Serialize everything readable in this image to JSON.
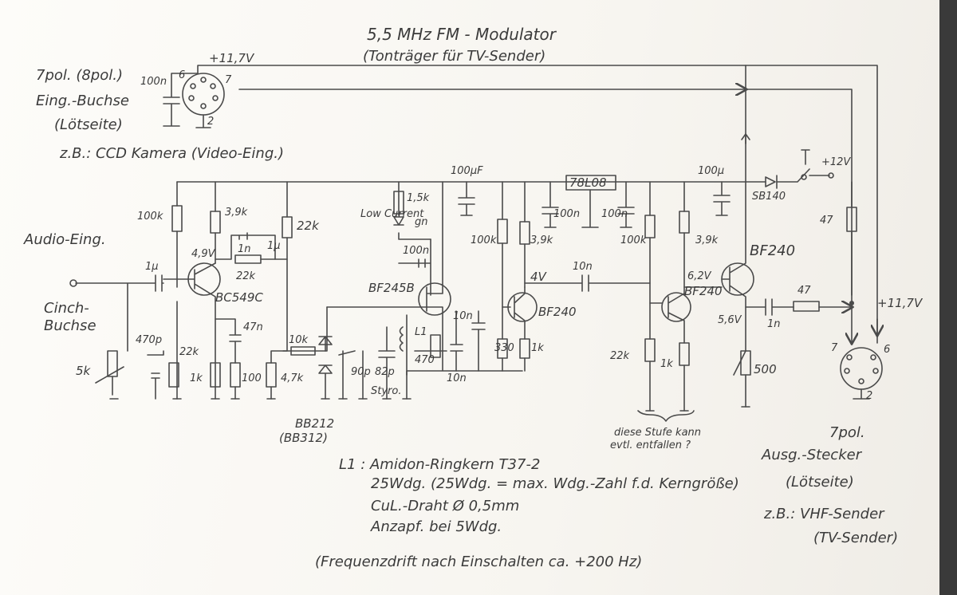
{
  "title": {
    "line1": "5,5 MHz  FM - Modulator",
    "line2": "(Tonträger für TV-Sender)"
  },
  "input_connector": {
    "l1": "7pol. (8pol.)",
    "l2": "Eing.-Buchse",
    "l3": "(Lötseite)",
    "example": "z.B.: CCD Kamera (Video-Eing.)",
    "pin6": "6",
    "pin7": "7",
    "pin2": "2",
    "cap": "100n",
    "rail": "+11,7V"
  },
  "audio": {
    "input": "Audio-Eing.",
    "cinch1": "Cinch-",
    "cinch2": "Buchse",
    "pot": "5k",
    "c_in": "1µ"
  },
  "stage1": {
    "r_top": "100k",
    "r_coll": "3,9k",
    "v_base": "4,9V",
    "c_fb1": "1n",
    "c_fb2": "1µ",
    "r_fb": "22k",
    "transistor": "BC549C",
    "c_b": "470p",
    "r_b": "22k",
    "r_e": "1k",
    "c_e": "47n",
    "r_e2": "100",
    "r_out": "22k",
    "r_out2": "4,7k"
  },
  "oscillator": {
    "supply_cap": "100µF",
    "r_led": "1,5k",
    "led": "Low Current",
    "led_color": "gn",
    "c_gate": "100n",
    "fet": "BF245B",
    "r_bias": "10k",
    "varicap": "BB212",
    "varicap_alt": "(BB312)",
    "trimmer": "90p",
    "c_styro": "82p",
    "styro": "Styro.",
    "coil": "L1",
    "r_coil": "470",
    "c_tank": "10n",
    "c_ds": "10n"
  },
  "buffer": {
    "r_top": "100k",
    "r_coll": "3,9k",
    "transistor": "BF240",
    "r_e": "330",
    "r_e2": "1k",
    "v_node": "4V",
    "c_coupling": "10n"
  },
  "regulator": {
    "label": "78L08",
    "c1": "100n",
    "c2": "100n",
    "c_out": "100µ",
    "r1": "100k"
  },
  "stage3": {
    "r_coll": "3,9k",
    "v_c": "6,2V",
    "transistor": "BF240",
    "r_b": "22k",
    "r_e": "1k",
    "note1": "diese Stufe kann",
    "note2": "evtl. entfallen ?"
  },
  "output_stage": {
    "transistor": "BF240",
    "v_e": "5,6V",
    "c_out": "1n",
    "r_out": "47",
    "r_supply": "47",
    "pot": "500",
    "diode": "SB140",
    "supply": "+12V",
    "rail": "+11,7V"
  },
  "output_connector": {
    "l1": "7pol.",
    "l2": "Ausg.-Stecker",
    "l3": "(Lötseite)",
    "example1": "z.B.: VHF-Sender",
    "example2": "(TV-Sender)",
    "pin7": "7",
    "pin6": "6",
    "pin2": "2"
  },
  "coil_notes": {
    "l1": "L1 : Amidon-Ringkern T37-2",
    "l2": "25Wdg. (25Wdg. = max. Wdg.-Zahl f.d. Kerngröße)",
    "l3": "CuL.-Draht Ø 0,5mm",
    "l4": "Anzapf. bei 5Wdg."
  },
  "drift_note": "(Frequenzdrift nach Einschalten ca. +200 Hz)"
}
